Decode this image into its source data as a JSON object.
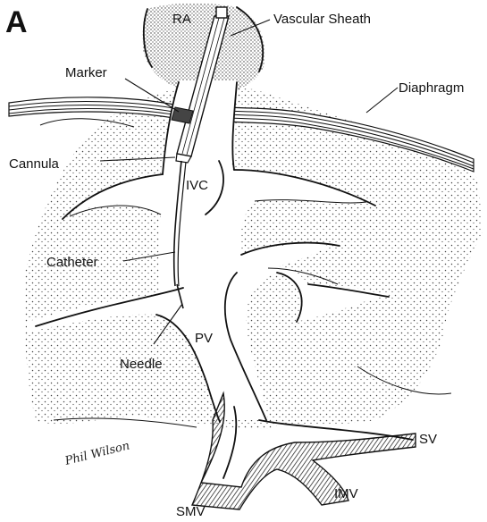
{
  "figure": {
    "panel_letter": "A",
    "labels": {
      "ra": "RA",
      "vascular_sheath": "Vascular Sheath",
      "marker": "Marker",
      "diaphragm": "Diaphragm",
      "cannula": "Cannula",
      "ivc": "IVC",
      "catheter": "Catheter",
      "pv": "PV",
      "needle": "Needle",
      "sv": "SV",
      "smv": "SMV",
      "imv": "IMV"
    },
    "signature": "Phil Wilson"
  },
  "colors": {
    "ink": "#111111",
    "stipple": "#444444",
    "background": "#ffffff"
  }
}
